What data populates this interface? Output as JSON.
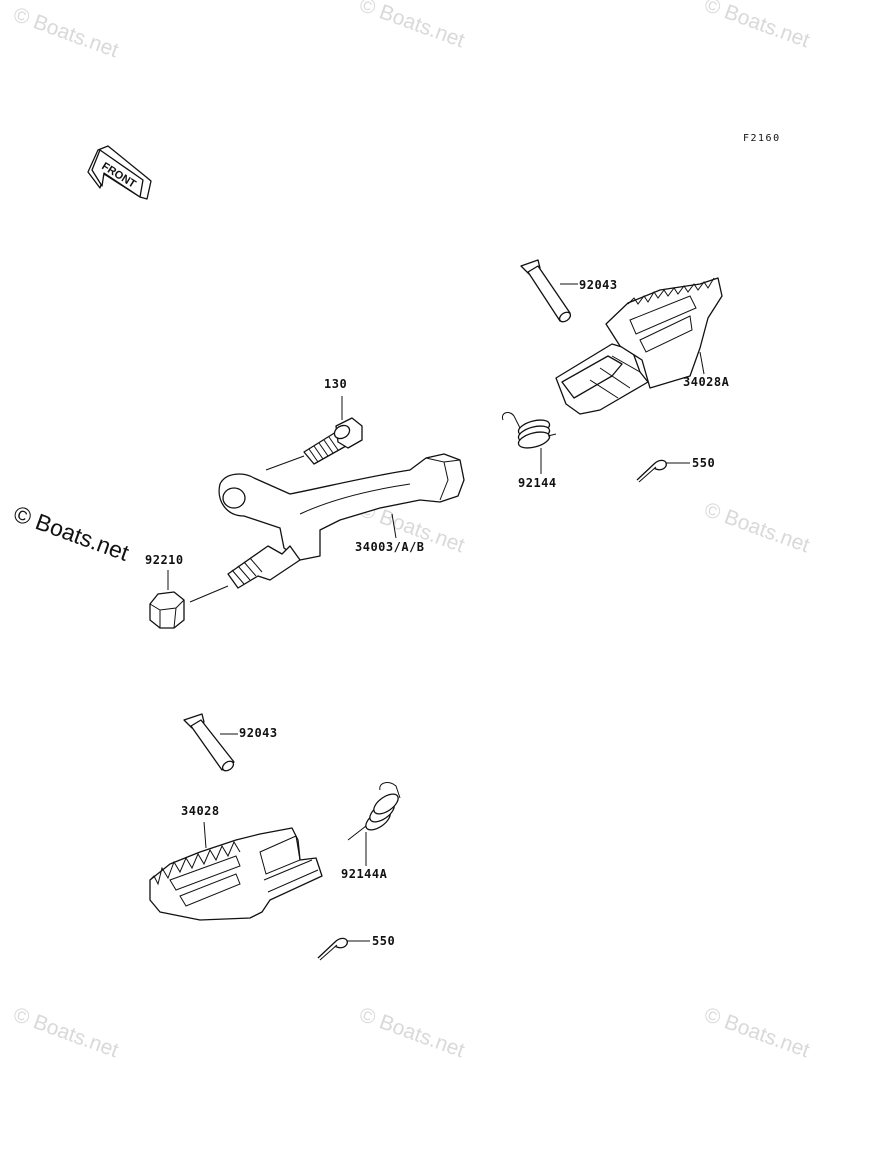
{
  "figure_code": "F2160",
  "front_arrow_label": "FRONT",
  "watermark_text": "© Boats.net",
  "parts": {
    "p92043_top": "92043",
    "p34028A": "34028A",
    "p130": "130",
    "p92144": "92144",
    "p550_top": "550",
    "p34003": "34003/A/B",
    "p92210": "92210",
    "p92043_bottom": "92043",
    "p34028": "34028",
    "p92144A": "92144A",
    "p550_bottom": "550"
  }
}
